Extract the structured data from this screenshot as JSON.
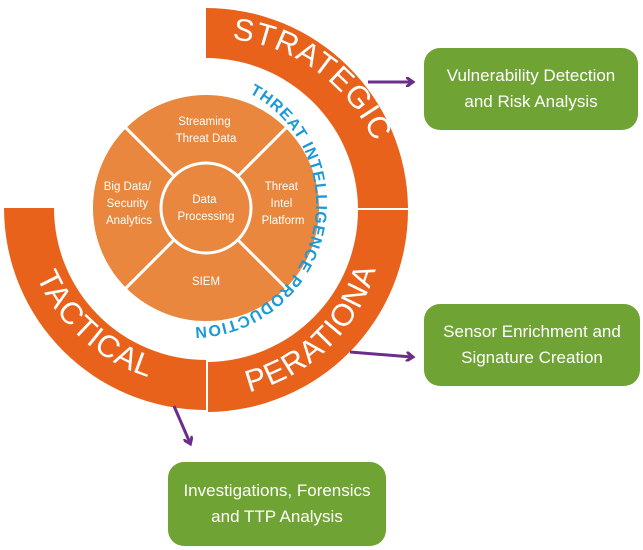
{
  "rings": {
    "strategic": "STRATEGIC",
    "operational": "OPERATIONAL",
    "tactical": "TACTICAL",
    "production": "THREAT INTELLIGENCE PRODUCTION"
  },
  "segments": {
    "streaming": [
      "Streaming",
      "Threat Data"
    ],
    "platform": [
      "Threat",
      "Intel",
      "Platform"
    ],
    "siem": [
      "SIEM"
    ],
    "bigdata": [
      "Big Data/",
      "Security",
      "Analytics"
    ],
    "center": [
      "Data",
      "Processing"
    ]
  },
  "outputs": {
    "vulnerability": [
      "Vulnerability Detection",
      "and Risk Analysis"
    ],
    "sensor": [
      "Sensor Enrichment and",
      "Signature Creation"
    ],
    "investigations": [
      "Investigations, Forensics",
      "and TTP Analysis"
    ]
  },
  "colors": {
    "ring_orange": "#e8621c",
    "inner_orange": "#e8873d",
    "box_green": "#6fa334",
    "arrow_purple": "#6b2d8a",
    "production_blue": "#1a9ad6"
  }
}
